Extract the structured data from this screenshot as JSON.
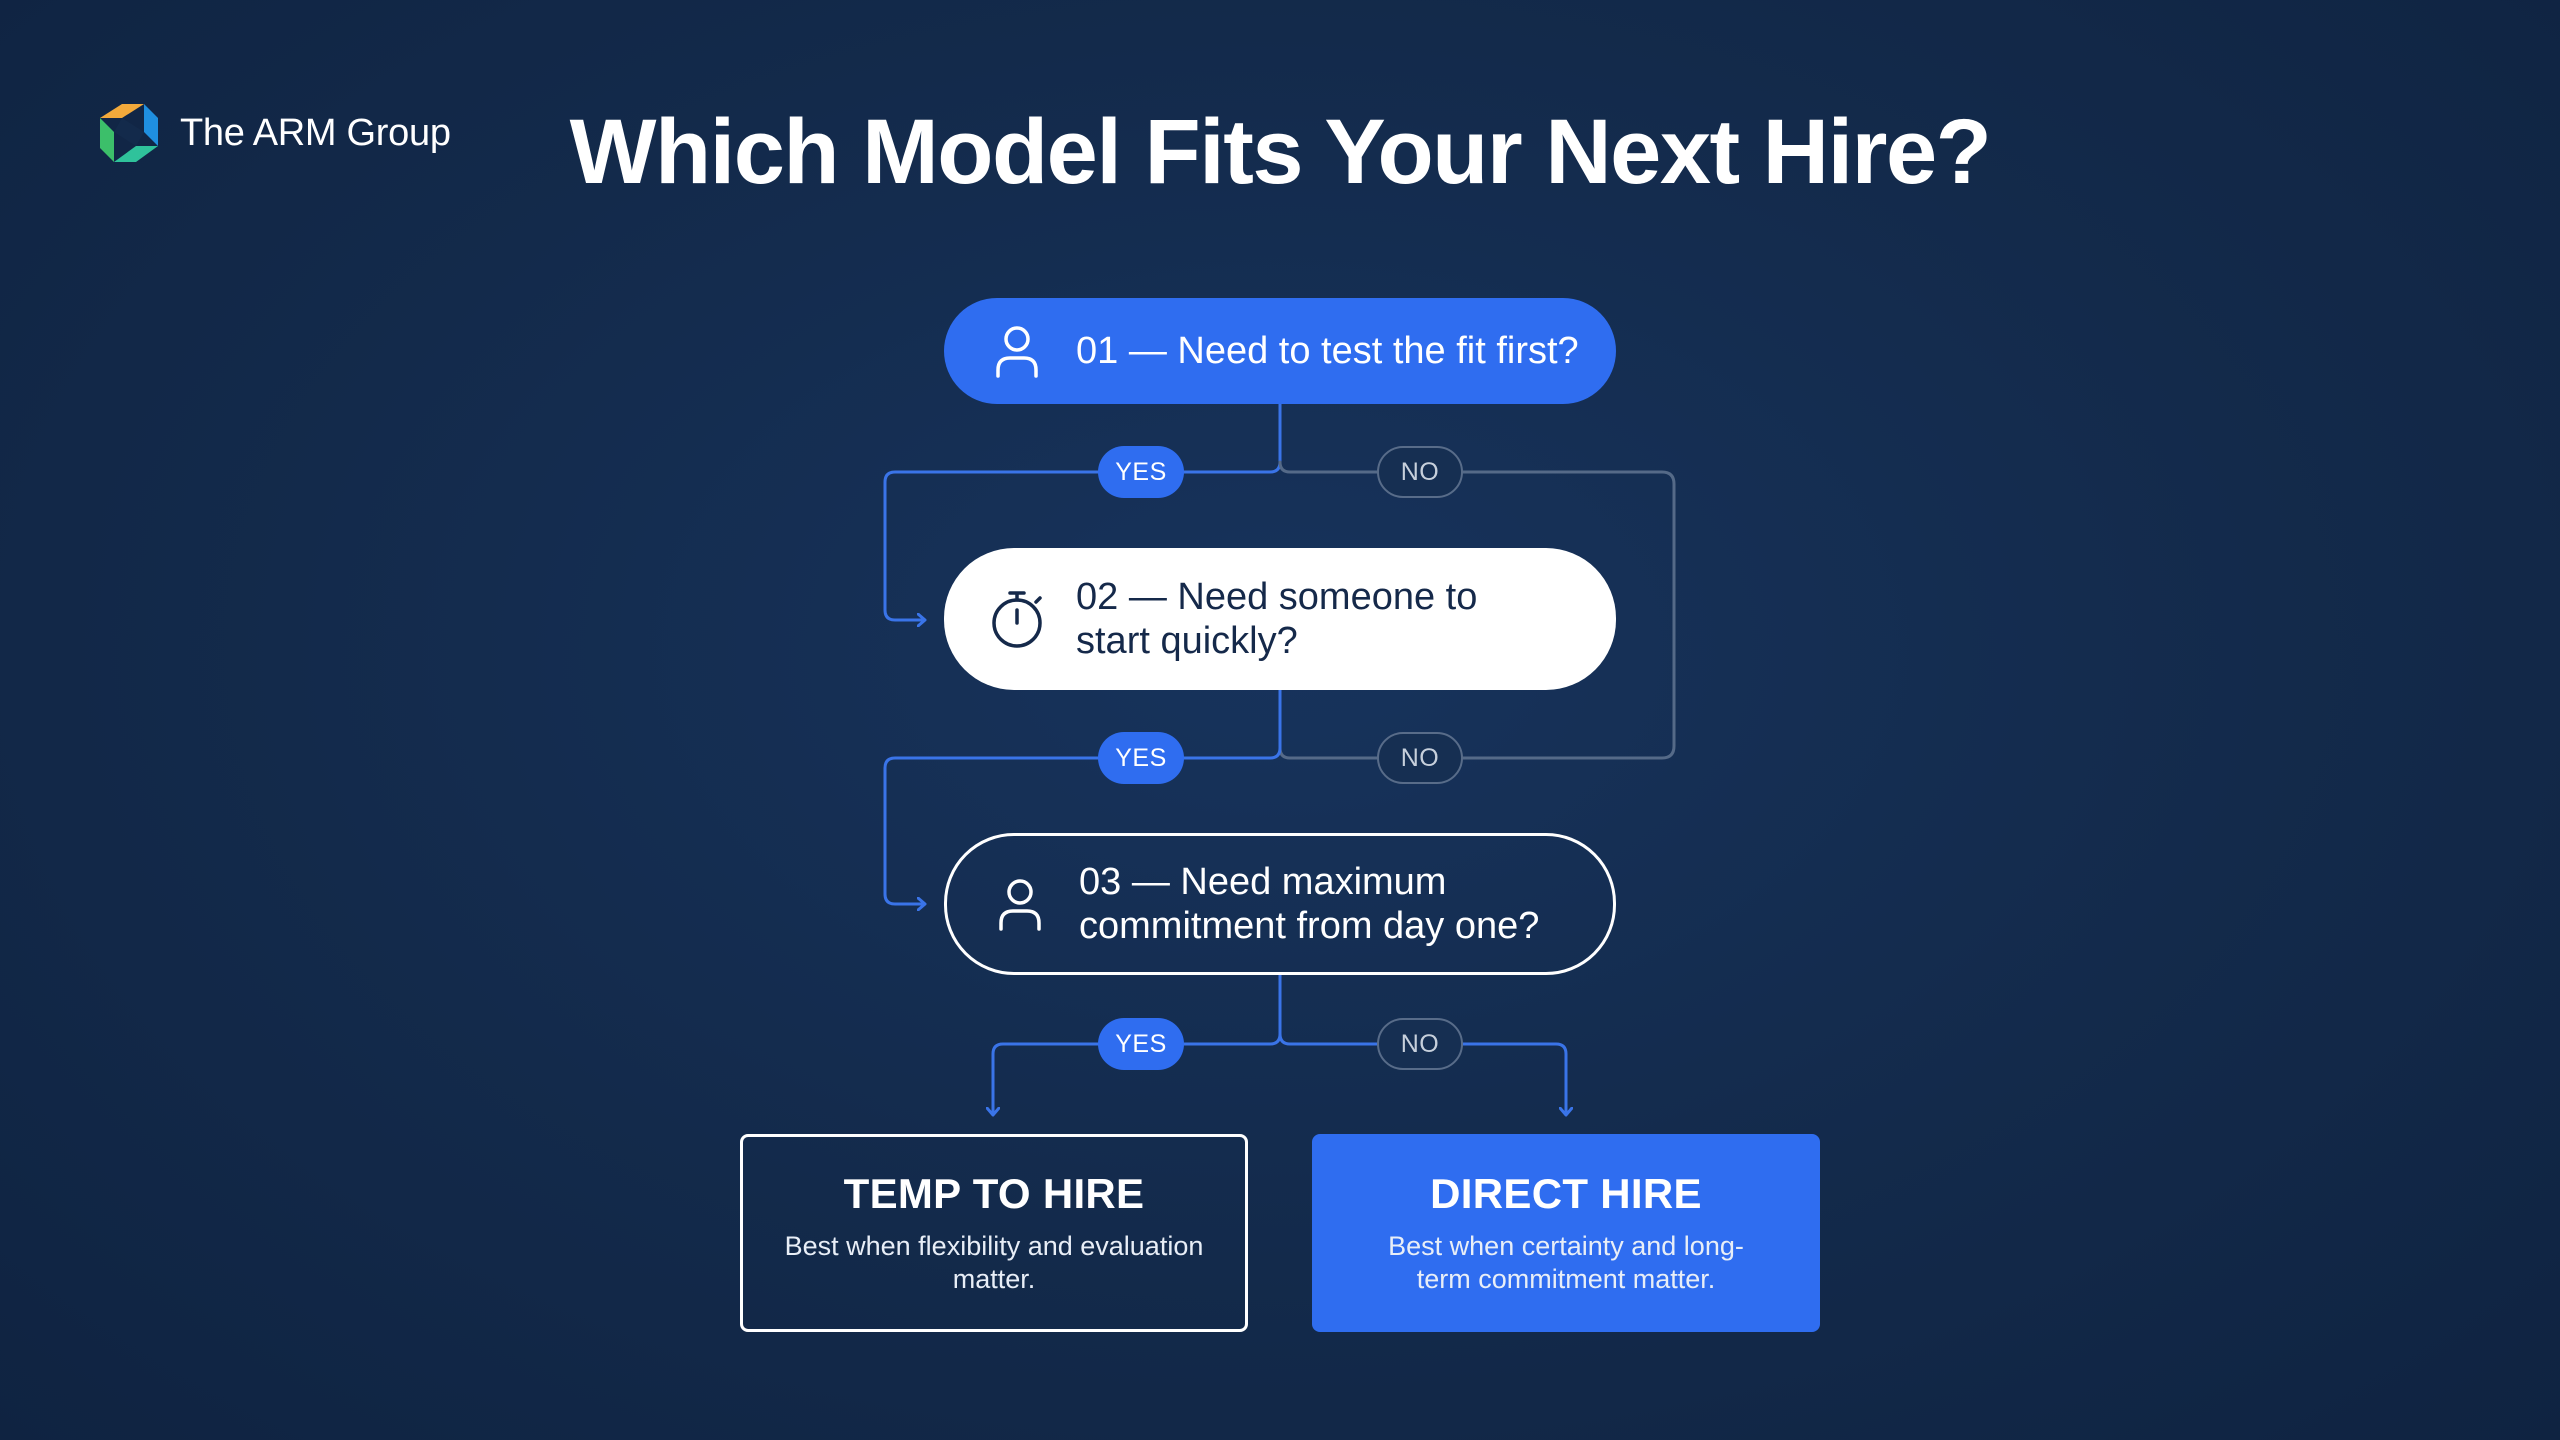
{
  "brand": {
    "name": "The ARM Group",
    "logo_icon": "arm-group-logo-icon",
    "logo_colors": [
      "#f2a93b",
      "#3cbf6a",
      "#1f8fe0",
      "#2fc29b"
    ]
  },
  "title": "Which Model Fits Your Next Hire?",
  "colors": {
    "background": "#132a4b",
    "accent": "#2f6df0",
    "connector": "#3a74e8",
    "connector_muted": "#556a88",
    "white": "#ffffff"
  },
  "questions": [
    {
      "text": "01 — Need to test the fit first?",
      "icon": "person-icon"
    },
    {
      "text": "02 — Need someone to start quickly?",
      "icon": "stopwatch-icon"
    },
    {
      "text": "03 — Need maximum commitment from day one?",
      "icon": "person-icon"
    }
  ],
  "branches": [
    {
      "yes": "YES",
      "no": "NO"
    },
    {
      "yes": "YES",
      "no": "NO"
    },
    {
      "yes": "YES",
      "no": "NO"
    }
  ],
  "outcomes": [
    {
      "title": "TEMP TO HIRE",
      "description": "Best when flexibility and evaluation matter."
    },
    {
      "title": "DIRECT HIRE",
      "description": "Best when certainty and long-term commitment matter."
    }
  ]
}
